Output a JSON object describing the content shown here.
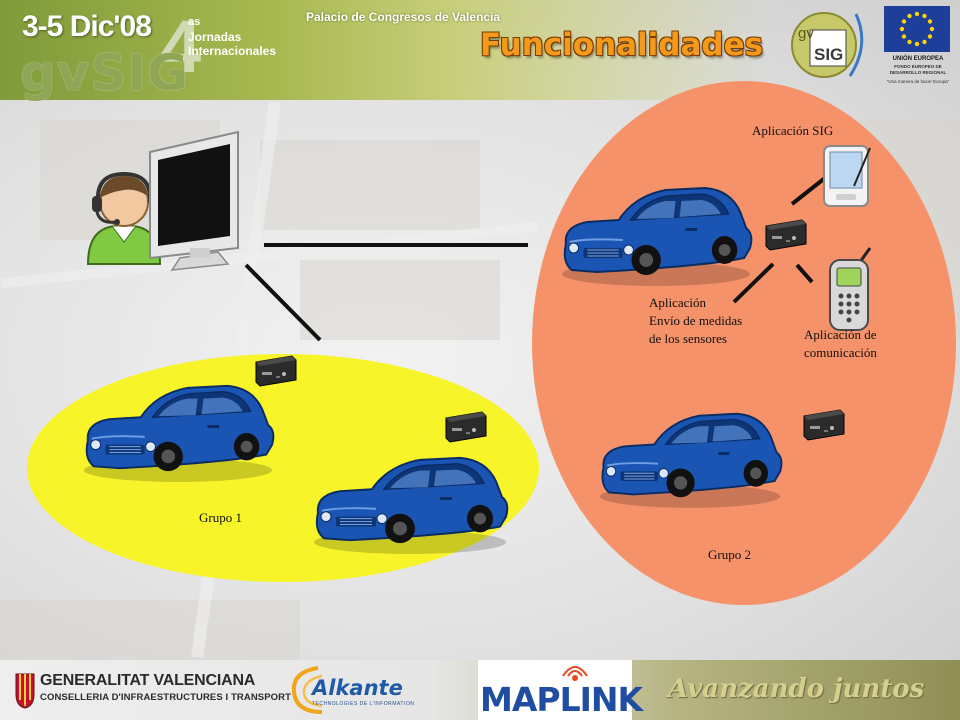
{
  "header": {
    "event_dates": "3-5 Dic'08",
    "event_brand": "gvSIG",
    "edition_number": "4",
    "edition_suffix": "as",
    "edition_line1": "Jornadas",
    "edition_line2": "Internacionales",
    "venue": "Palacio de Congresos de Valencia",
    "title": "Funcionalidades"
  },
  "logos": {
    "gvsig_top": "gv",
    "gvsig_bottom": "SIG",
    "eu_label": "UNIÓN EUROPEA",
    "eu_fund": "FONDO EUROPEO DE DESARROLLO REGIONAL",
    "eu_motto": "\"Una manera de hacer Europa\""
  },
  "diagram": {
    "groups": [
      {
        "id": "grupo-1",
        "label": "Grupo 1",
        "color": "#f7f42a"
      },
      {
        "id": "grupo-2",
        "label": "Grupo 2",
        "color": "#f6926a"
      }
    ],
    "labels": {
      "sig_app": "Aplicación SIG",
      "send_app_line1": "Aplicación",
      "send_app_line2": "Envío de medidas",
      "send_app_line3": "de los sensores",
      "comm_app_line1": "Aplicación de",
      "comm_app_line2": "comunicación"
    },
    "icons": {
      "operator": "operator-headset-icon",
      "monitor": "monitor-icon",
      "car": "car-icon",
      "device": "sensor-device-icon",
      "pda": "pda-icon",
      "phone": "mobile-phone-icon"
    },
    "colors": {
      "car_body": "#1a55b4",
      "car_dark": "#0e3677",
      "line": "#111111"
    }
  },
  "footer": {
    "gva_name": "GENERALITAT VALENCIANA",
    "gva_dept": "CONSELLERIA D'INFRAESTRUCTURES I TRANSPORT",
    "alkante_name": "Alkante",
    "alkante_tag": "TECHNOLOGIES DE L'INFORMATION",
    "maplink_name": "MAPLINK",
    "slogan": "Avanzando juntos"
  }
}
